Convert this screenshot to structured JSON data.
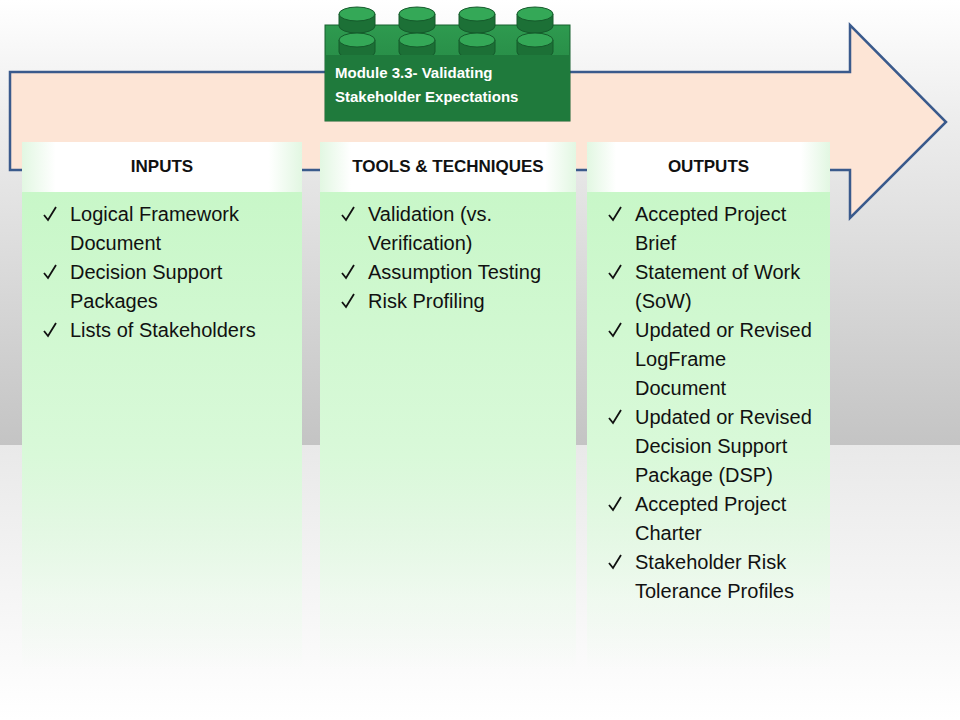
{
  "diagram": {
    "nodes": [
      {
        "text": [
          "Module 3.3- Validating Stakeholder Expectations"
        ]
      },
      {
        "text": [
          "INPUTS",
          "Logical Framework Document",
          "Decision Support Packages",
          "Lists of Stakeholders"
        ]
      },
      {
        "text": [
          "TOOLS & TECHNIQUES",
          "Validation (vs. Verification)",
          "Assumption Testing",
          "Risk Profiling"
        ]
      },
      {
        "text": [
          "OUTPUTS",
          "Accepted Project Brief",
          "Statement of Work (SoW)",
          "Updated or Revised LogFrame Document",
          "Updated or Revised Decision Support Package (DSP)",
          "Accepted Project Charter",
          "Stakeholder Risk Tolerance Profiles"
        ]
      }
    ]
  }
}
